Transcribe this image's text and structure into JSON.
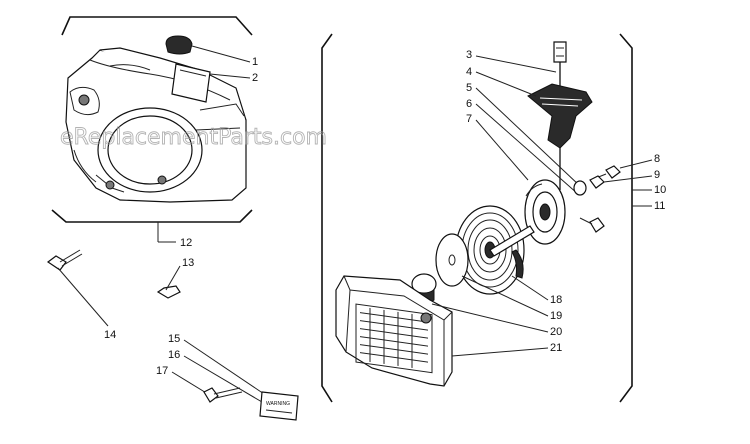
{
  "watermark": "eReplacementParts.com",
  "callouts": [
    "1",
    "2",
    "3",
    "4",
    "5",
    "6",
    "7",
    "8",
    "9",
    "10",
    "11",
    "12",
    "13",
    "14",
    "15",
    "16",
    "17",
    "18",
    "19",
    "20",
    "21"
  ],
  "label_text": "WARNING"
}
